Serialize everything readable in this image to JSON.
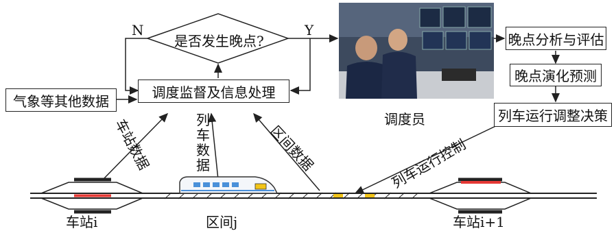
{
  "diamond": {
    "text": "是否发生晚点?",
    "no": "N",
    "yes": "Y"
  },
  "boxes": {
    "weather": "气象等其他数据",
    "dispatch": "调度监督及信息处理",
    "analysis": "晚点分析与评估",
    "prediction": "晚点演化预测",
    "decision": "列车运行调整决策"
  },
  "photo_caption": "调度员",
  "links": {
    "station_data": "车站数据",
    "train_data": "列车数据",
    "section_data": "区间数据",
    "control": "列车运行控制"
  },
  "track": {
    "station_i": "车站i",
    "section_j": "区间j",
    "station_i1": "车站i+1"
  },
  "colors": {
    "line": "#222222",
    "accent": "#e53935",
    "train": "#4a90d9"
  }
}
